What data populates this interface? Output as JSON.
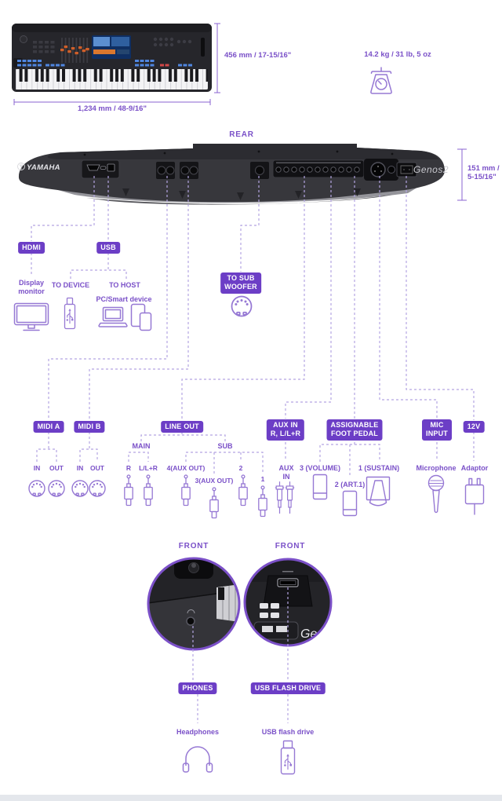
{
  "colors": {
    "accent": "#6c3ec6",
    "label_purple": "#7a50c8",
    "dashed_line": "#b3a5e2",
    "icon_purple": "#9678d4"
  },
  "top_view": {
    "width": "1,234 mm / 48-9/16\"",
    "height": "456 mm / 17-15/16\"",
    "weight": "14.2 kg / 31 lb, 5 oz"
  },
  "rear_view": {
    "title": "REAR",
    "depth": "151 mm /\n5-15/16\"",
    "brand": "YAMAHA",
    "model": "Genos2"
  },
  "rear_connections": {
    "hdmi": {
      "badge": "HDMI",
      "device": "Display\nmonitor"
    },
    "usb": {
      "badge": "USB",
      "to_device": "TO DEVICE",
      "to_host": "TO HOST",
      "to_host_device": "PC/Smart device"
    },
    "subwoofer": {
      "badge": "TO SUB\nWOOFER"
    },
    "midi_a": {
      "badge": "MIDI A",
      "in": "IN",
      "out": "OUT"
    },
    "midi_b": {
      "badge": "MIDI B",
      "in": "IN",
      "out": "OUT"
    },
    "line_out": {
      "badge": "LINE OUT",
      "main": "MAIN",
      "sub": "SUB",
      "main_r": "R",
      "main_lr": "L/L+R",
      "sub_4": "4(AUX OUT)",
      "sub_3": "3(AUX OUT)",
      "sub_2": "2",
      "sub_1": "1"
    },
    "aux_in": {
      "badge": "AUX IN\nR, L/L+R",
      "device": "AUX\nIN"
    },
    "foot_pedal": {
      "badge": "ASSIGNABLE\nFOOT PEDAL",
      "pedal_3": "3 (VOLUME)",
      "pedal_2": "2 (ART.1)",
      "pedal_1": "1 (SUSTAIN)"
    },
    "mic": {
      "badge": "MIC\nINPUT",
      "device": "Microphone"
    },
    "power": {
      "badge": "12V",
      "device": "Adaptor"
    }
  },
  "front_view": {
    "left_title": "FRONT",
    "right_title": "FRONT",
    "partial_logo": "Gen",
    "phones": {
      "badge": "PHONES",
      "device": "Headphones"
    },
    "usb_flash": {
      "badge": "USB FLASH DRIVE",
      "device": "USB flash drive"
    }
  }
}
